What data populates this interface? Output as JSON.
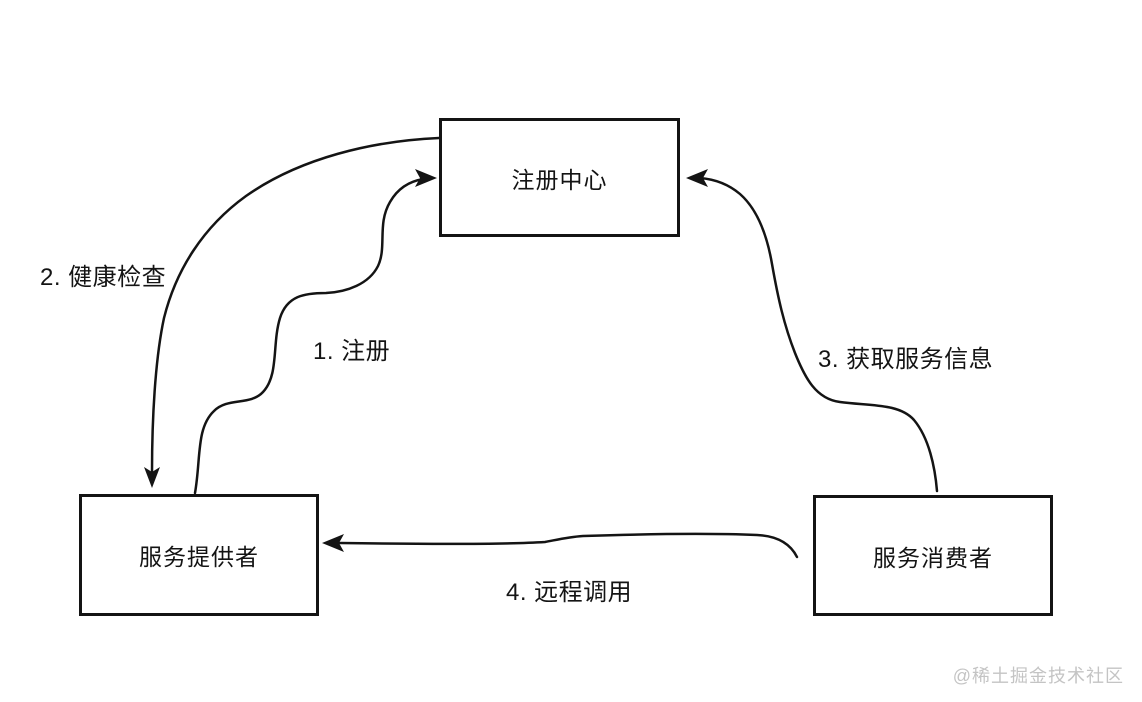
{
  "diagram": {
    "type": "flow-diagram",
    "background": "#ffffff",
    "colors": {
      "line": "#141414",
      "text": "#141414",
      "node_border": "#141414",
      "watermark": "#c4c4c4"
    },
    "nodes": [
      {
        "id": "registry",
        "label": "注册中心"
      },
      {
        "id": "provider",
        "label": "服务提供者"
      },
      {
        "id": "consumer",
        "label": "服务消费者"
      }
    ],
    "edges": [
      {
        "id": "register",
        "label": "1. 注册",
        "from": "provider",
        "to": "registry"
      },
      {
        "id": "health-check",
        "label": "2. 健康检查",
        "from": "registry",
        "to": "provider"
      },
      {
        "id": "fetch-info",
        "label": "3. 获取服务信息",
        "from": "consumer",
        "to": "registry"
      },
      {
        "id": "remote-call",
        "label": "4. 远程调用",
        "from": "consumer",
        "to": "provider"
      }
    ],
    "watermark": "@稀土掘金技术社区"
  }
}
